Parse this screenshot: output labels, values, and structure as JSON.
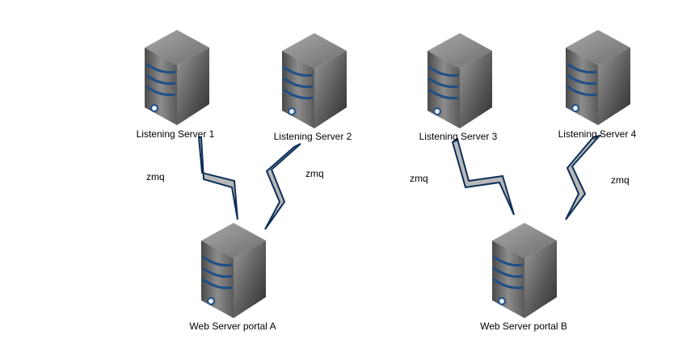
{
  "colors": {
    "background": "#ffffff",
    "server_front": "#6b6b6b",
    "server_side": "#3e3e3e",
    "server_top": "#8a8a8a",
    "drive_stripe": "#1f4f86",
    "link_fill": "#b9b9b9",
    "link_stroke": "#0d2f58"
  },
  "servers": [
    {
      "id": "listening-server-1",
      "label": "Listening Server 1",
      "icon": "server-icon"
    },
    {
      "id": "listening-server-2",
      "label": "Listening Server 2",
      "icon": "server-icon"
    },
    {
      "id": "listening-server-3",
      "label": "Listening Server 3",
      "icon": "server-icon"
    },
    {
      "id": "listening-server-4",
      "label": "Listening Server 4",
      "icon": "server-icon"
    },
    {
      "id": "web-server-portal-a",
      "label": "Web Server portal A",
      "icon": "server-icon"
    },
    {
      "id": "web-server-portal-b",
      "label": "Web Server portal B",
      "icon": "server-icon"
    }
  ],
  "links": [
    {
      "from": "listening-server-1",
      "to": "web-server-portal-a",
      "label": "zmq",
      "icon": "lightning-link-icon"
    },
    {
      "from": "listening-server-2",
      "to": "web-server-portal-a",
      "label": "zmq",
      "icon": "lightning-link-icon"
    },
    {
      "from": "listening-server-3",
      "to": "web-server-portal-b",
      "label": "zmq",
      "icon": "lightning-link-icon"
    },
    {
      "from": "listening-server-4",
      "to": "web-server-portal-b",
      "label": "zmq",
      "icon": "lightning-link-icon"
    }
  ]
}
